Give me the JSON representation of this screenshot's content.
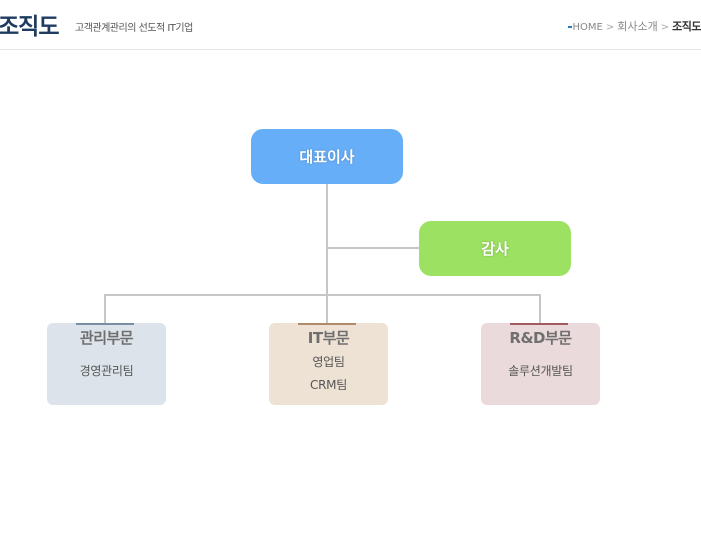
{
  "header": {
    "title": "조직도",
    "subtitle": "고객관계관리의 선도적 IT기업",
    "breadcrumb": {
      "home": "HOME",
      "section": "회사소개",
      "current": "조직도"
    }
  },
  "org": {
    "ceo": "대표이사",
    "audit": "감사",
    "departments": [
      {
        "name": "관리부문",
        "teams": [
          "경영관리팀"
        ]
      },
      {
        "name": "IT부문",
        "teams": [
          "영업팀",
          "CRM팀"
        ]
      },
      {
        "name": "R&D부문",
        "teams": [
          "솔루션개발팀"
        ]
      }
    ]
  },
  "colors": {
    "ceo": "#66aef8",
    "audit": "#9ce161",
    "admin_dept": "#dce3ea",
    "it_dept": "#ede2d4",
    "rnd_dept": "#ebdadb",
    "title": "#1f3c60"
  }
}
